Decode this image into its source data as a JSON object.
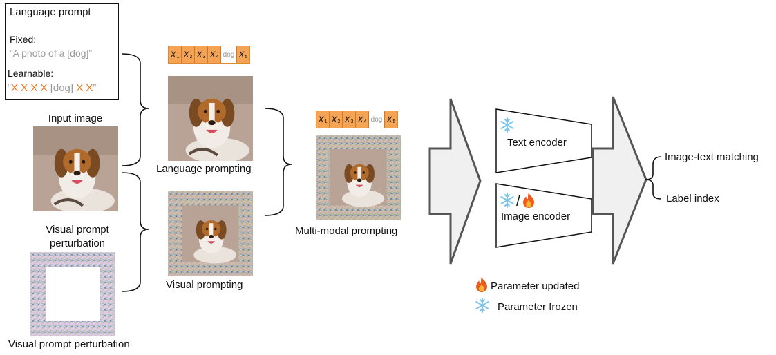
{
  "language_prompt": {
    "title": "Language prompt",
    "fixed_label": "Fixed:",
    "fixed_text": "“A photo of a [dog]”",
    "learnable_label": "Learnable:",
    "learnable_quote_open": "“",
    "learnable_x": "X X X X",
    "learnable_dog": " [dog] ",
    "learnable_x2": "X X",
    "learnable_quote_close": "”"
  },
  "tokens": {
    "x": "X",
    "subs": [
      "1",
      "2",
      "3",
      "4"
    ],
    "dog": "dog",
    "last_sub": "5"
  },
  "labels": {
    "input_image": "Input image",
    "vpp_line1": "Visual prompt",
    "vpp_line2": "perturbation",
    "vpp_bottom": "Visual prompt perturbation",
    "language_prompting": "Language prompting",
    "visual_prompting": "Visual prompting",
    "multi_modal": "Multi-modal prompting",
    "text_encoder": "Text encoder",
    "image_encoder": "Image encoder",
    "frozen_slash": "/",
    "output_1": "Image-text matching",
    "output_2": "Label index",
    "legend_updated": "Parameter updated",
    "legend_frozen": "Parameter frozen"
  },
  "colors": {
    "token_fill": "#f5a455",
    "learnable": "#f0761f",
    "placeholder": "#9a9a9a",
    "arrow_fill": "#f0f0f0",
    "arrow_stroke": "#555555",
    "snowflake": "#7fc3ea",
    "fire": "#ef5a1f"
  },
  "icons": [
    "snowflake-icon",
    "fire-icon"
  ]
}
